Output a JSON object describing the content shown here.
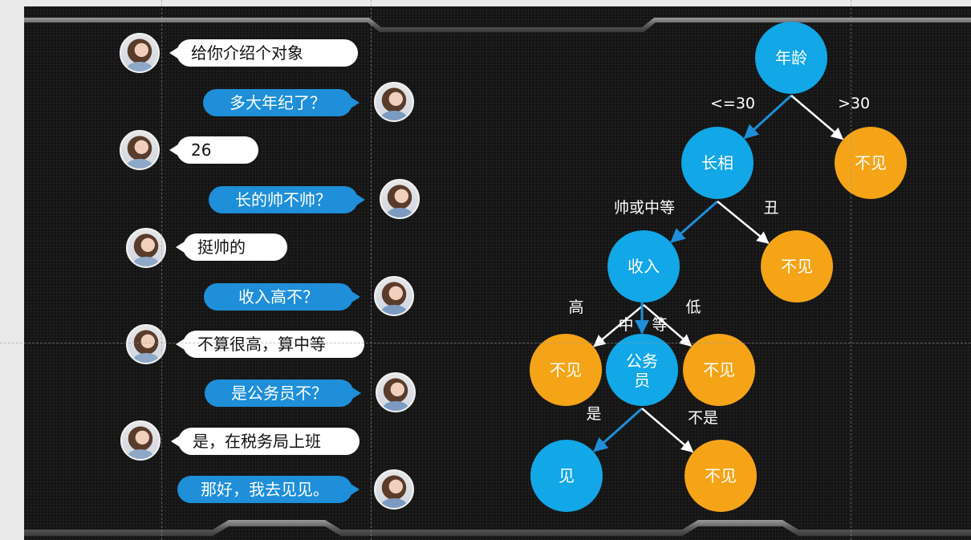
{
  "chat": [
    {
      "side": "left",
      "text": "给你介绍个对象"
    },
    {
      "side": "right",
      "text": "多大年纪了？"
    },
    {
      "side": "left",
      "text": "26"
    },
    {
      "side": "right",
      "text": "长的帅不帅？"
    },
    {
      "side": "left",
      "text": "挺帅的"
    },
    {
      "side": "right",
      "text": "收入高不？"
    },
    {
      "side": "left",
      "text": "不算很高，算中等"
    },
    {
      "side": "right",
      "text": "是公务员不？"
    },
    {
      "side": "left",
      "text": "是，在税务局上班"
    },
    {
      "side": "right",
      "text": "那好，我去见见。"
    }
  ],
  "tree": {
    "colors": {
      "decision": "#12a7e6",
      "reject": "#f5a417",
      "accept": "#12a7e6",
      "edge": "#ffffff",
      "path": "#1e8fd8"
    },
    "nodes": [
      {
        "id": "age",
        "label": "年龄",
        "kind": "decision"
      },
      {
        "id": "looks",
        "label": "长相",
        "kind": "decision"
      },
      {
        "id": "no1",
        "label": "不见",
        "kind": "reject"
      },
      {
        "id": "income",
        "label": "收入",
        "kind": "decision"
      },
      {
        "id": "no2",
        "label": "不见",
        "kind": "reject"
      },
      {
        "id": "no3",
        "label": "不见",
        "kind": "reject"
      },
      {
        "id": "civil",
        "label": "公务员",
        "label_lines": [
          "公务",
          "员"
        ],
        "kind": "decision"
      },
      {
        "id": "no4",
        "label": "不见",
        "kind": "reject"
      },
      {
        "id": "yes",
        "label": "见",
        "kind": "accept"
      },
      {
        "id": "no5",
        "label": "不见",
        "kind": "reject"
      }
    ],
    "edges": [
      {
        "from": "age",
        "to": "looks",
        "label": "<=30",
        "highlight": true
      },
      {
        "from": "age",
        "to": "no1",
        "label": ">30",
        "highlight": false
      },
      {
        "from": "looks",
        "to": "income",
        "label": "帅或中等",
        "highlight": true
      },
      {
        "from": "looks",
        "to": "no2",
        "label": "丑",
        "highlight": false
      },
      {
        "from": "income",
        "to": "no3",
        "label": "高",
        "highlight": false
      },
      {
        "from": "income",
        "to": "civil",
        "label": "中等",
        "label_parts": [
          "中",
          "等"
        ],
        "highlight": true
      },
      {
        "from": "income",
        "to": "no4",
        "label": "低",
        "highlight": false
      },
      {
        "from": "civil",
        "to": "yes",
        "label": "是",
        "highlight": true
      },
      {
        "from": "civil",
        "to": "no5",
        "label": "不是",
        "highlight": false
      }
    ]
  }
}
